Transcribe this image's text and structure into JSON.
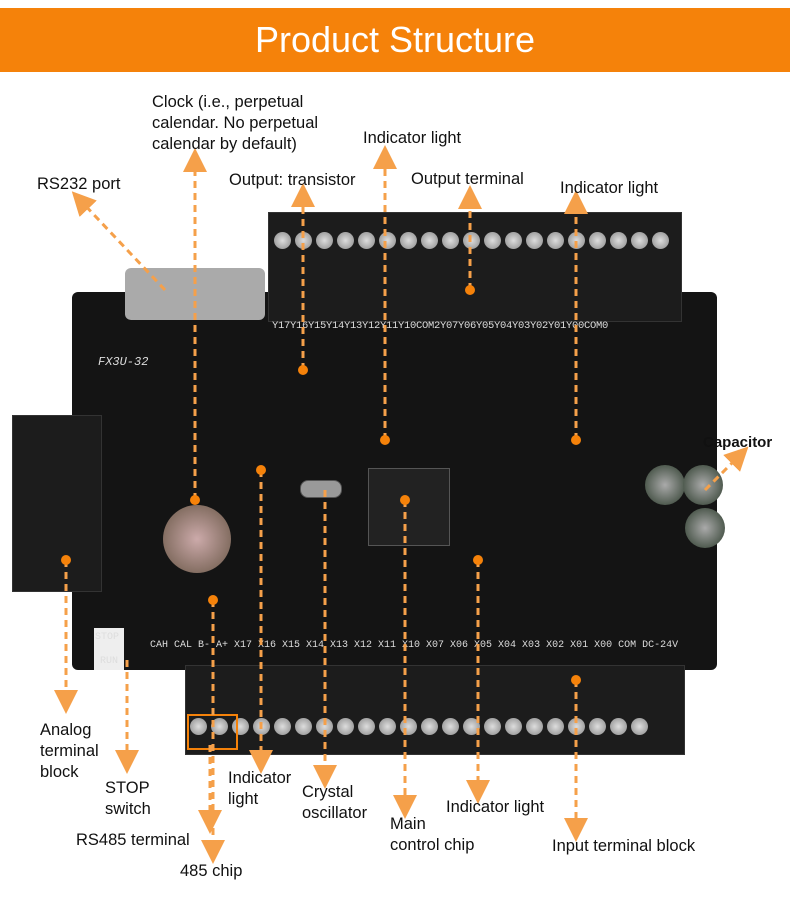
{
  "header": {
    "title": "Product Structure"
  },
  "accent_color": "#F5820A",
  "board": {
    "model_marking": "FX3U-32",
    "top_terminal_marking": "Y17Y16Y15Y14Y13Y12Y11Y10COM2Y07Y06Y05Y04Y03Y02Y01Y00COM0",
    "bottom_terminal_marking": "CAH CAL B- A+ X17 X16 X15 X14 X13 X12 X11 X10 X07 X06 X05 X04 X03 X02 X01 X00 COM DC-24V",
    "switch_marking": [
      "STOP",
      "RUN"
    ]
  },
  "labels": {
    "clock": "Clock (i.e., perpetual\ncalendar. No perpetual\ncalendar by default)",
    "indicator_light_top": "Indicator light",
    "rs232_port": "RS232 port",
    "output_transistor": "Output: transistor",
    "output_terminal": "Output terminal",
    "indicator_light_right": "Indicator light",
    "capacitor": "Capacitor",
    "analog_terminal_block": "Analog\nterminal\nblock",
    "stop_switch": "STOP\nswitch",
    "rs485_terminal": "RS485 terminal",
    "chip_485": "485 chip",
    "indicator_light_bottom_left": "Indicator\nlight",
    "crystal_oscillator": "Crystal\noscillator",
    "main_control_chip": "Main\ncontrol chip",
    "indicator_light_bottom": "Indicator light",
    "input_terminal_block": "Input terminal block"
  }
}
